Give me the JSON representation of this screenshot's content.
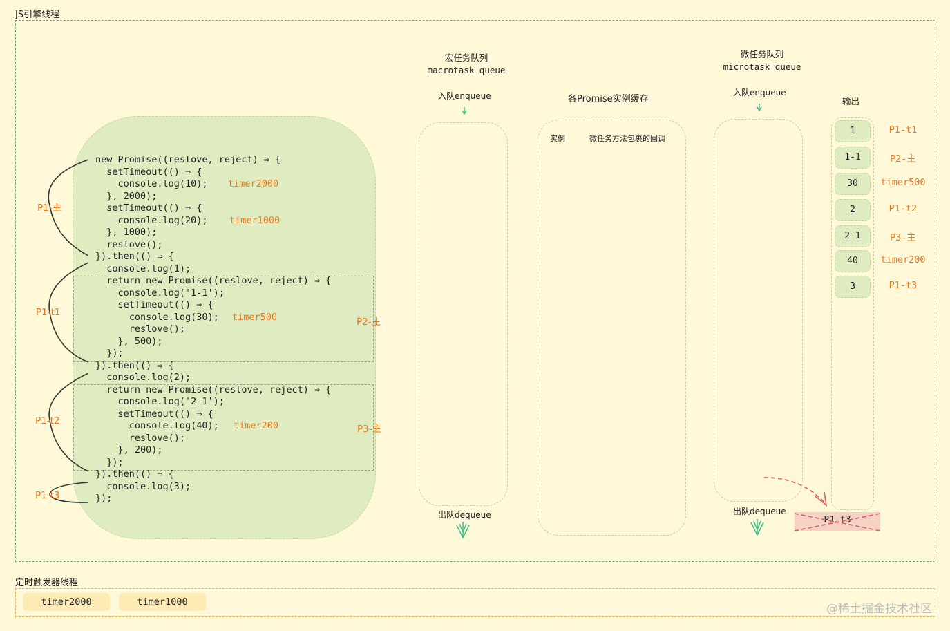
{
  "js_thread": {
    "title": "JS引擎线程"
  },
  "timer_thread": {
    "title": "定时触发器线程",
    "chips": [
      "timer2000",
      "timer1000"
    ]
  },
  "code": {
    "lines": [
      {
        "text": "new Promise((reslove, reject) ⇒ {",
        "tag": ""
      },
      {
        "text": "  setTimeout(() ⇒ {",
        "tag": ""
      },
      {
        "text": "    console.log(10);",
        "tag": "timer2000"
      },
      {
        "text": "  }, 2000);",
        "tag": ""
      },
      {
        "text": "  setTimeout(() ⇒ {",
        "tag": ""
      },
      {
        "text": "    console.log(20);",
        "tag": "timer1000"
      },
      {
        "text": "  }, 1000);",
        "tag": ""
      },
      {
        "text": "  reslove();",
        "tag": ""
      },
      {
        "text": "}).then(() ⇒ {",
        "tag": ""
      },
      {
        "text": "  console.log(1);",
        "tag": ""
      },
      {
        "text": "  return new Promise((reslove, reject) ⇒ {",
        "tag": ""
      },
      {
        "text": "    console.log('1-1');",
        "tag": ""
      },
      {
        "text": "    setTimeout(() ⇒ {",
        "tag": ""
      },
      {
        "text": "      console.log(30);",
        "tag": "timer500"
      },
      {
        "text": "      reslove();",
        "tag": ""
      },
      {
        "text": "    }, 500);",
        "tag": ""
      },
      {
        "text": "  });",
        "tag": ""
      },
      {
        "text": "}).then(() ⇒ {",
        "tag": ""
      },
      {
        "text": "  console.log(2);",
        "tag": ""
      },
      {
        "text": "  return new Promise((reslove, reject) ⇒ {",
        "tag": ""
      },
      {
        "text": "    console.log('2-1');",
        "tag": ""
      },
      {
        "text": "    setTimeout(() ⇒ {",
        "tag": ""
      },
      {
        "text": "      console.log(40);",
        "tag": "timer200"
      },
      {
        "text": "      reslove();",
        "tag": ""
      },
      {
        "text": "    }, 200);",
        "tag": ""
      },
      {
        "text": "  });",
        "tag": ""
      },
      {
        "text": "}).then(() ⇒ {",
        "tag": ""
      },
      {
        "text": "  console.log(3);",
        "tag": ""
      },
      {
        "text": "});",
        "tag": ""
      }
    ],
    "brace_labels": [
      "P1-主",
      "P1-t1",
      "P1-t2",
      "P1-t3"
    ],
    "side_labels": [
      "P2-主",
      "P3-主"
    ]
  },
  "macrotask": {
    "title_cn": "宏任务队列",
    "title_en": "macrotask queue",
    "enqueue": "入队enqueue",
    "dequeue": "出队dequeue"
  },
  "promise_cache": {
    "title": "各Promise实例缓存",
    "col_instance": "实例",
    "col_callbacks": "微任务方法包裹的回调"
  },
  "microtask": {
    "title_cn": "微任务队列",
    "title_en": "microtask queue",
    "enqueue": "入队enqueue",
    "dequeue": "出队dequeue",
    "crossed_item": "P1-t3"
  },
  "output": {
    "title": "输出",
    "items": [
      {
        "value": "1",
        "tag": "P1-t1"
      },
      {
        "value": "1-1",
        "tag": "P2-主"
      },
      {
        "value": "30",
        "tag": "timer500"
      },
      {
        "value": "2",
        "tag": "P1-t2"
      },
      {
        "value": "2-1",
        "tag": "P3-主"
      },
      {
        "value": "40",
        "tag": "timer200"
      },
      {
        "value": "3",
        "tag": "P1-t3"
      }
    ]
  },
  "watermark": "@稀土掘金技术社区",
  "colors": {
    "background": "#fff8d9",
    "accent": "#ec7a1c",
    "code_bg": "#dfecc2",
    "arrow_green": "#3dbf8a",
    "arrow_red": "#e05a5a"
  }
}
